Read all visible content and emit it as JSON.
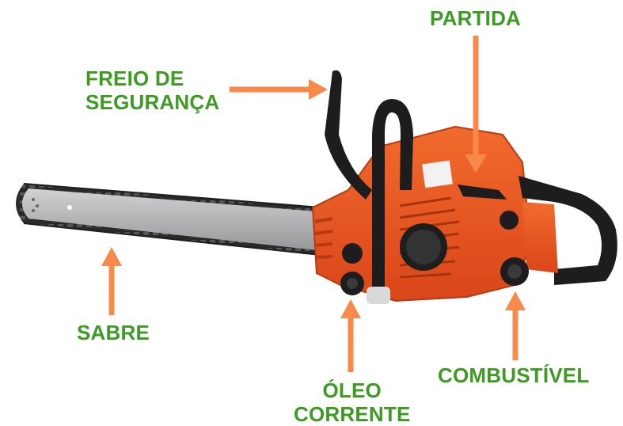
{
  "labels": {
    "partida": "PARTIDA",
    "freio_line1": "FREIO DE",
    "freio_line2": "SEGURANÇA",
    "sabre": "SABRE",
    "oleo_line1": "ÓLEO",
    "oleo_line2": "CORRENTE",
    "combustivel": "COMBUSTÍVEL"
  },
  "colors": {
    "label_text": "#3d9a22",
    "arrow": "#f7894a",
    "body_orange": "#e8521e",
    "handle_black": "#1d1d1d",
    "bar_grey": "#b9b9bb"
  },
  "icons": {
    "main_object": "chainsaw-illustration"
  }
}
